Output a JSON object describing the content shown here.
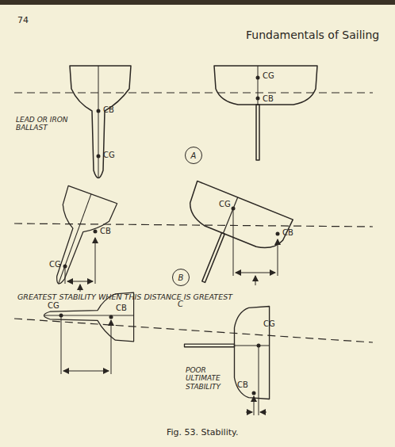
{
  "diagram": {
    "caption": "Fig. 53. Stability.",
    "nodes": [
      {
        "text": [
          "A"
        ]
      },
      {
        "text": [
          "B"
        ]
      }
    ],
    "labels": [
      "74",
      "Fundamentals of Sailing",
      "CB",
      "CG",
      "LEAD OR IRON BALLAST",
      "CG",
      "CB",
      "CG",
      "CB",
      "CG",
      "CB",
      "GREATEST STABILITY WHEN THIS DISTANCE IS GREATEST",
      "C",
      "CG",
      "CB",
      "CG",
      "CB",
      "POOR ULTIMATE STABILITY"
    ]
  }
}
